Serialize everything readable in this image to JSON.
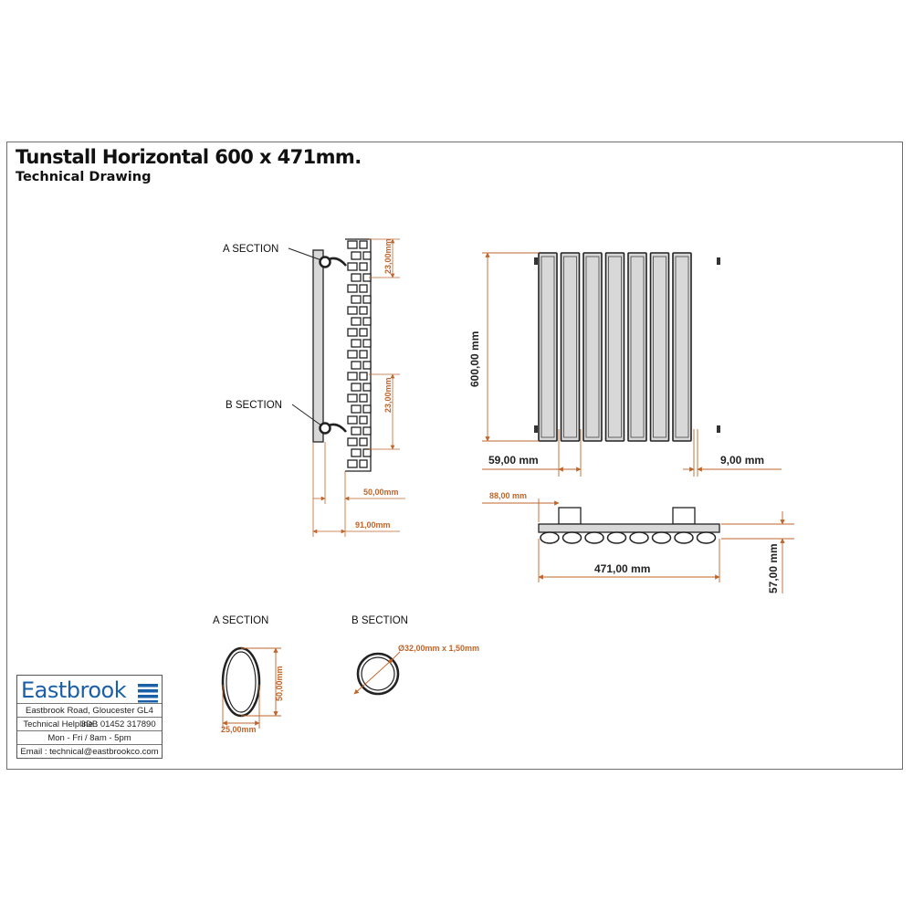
{
  "title": "Tunstall Horizontal 600 x 471mm.",
  "subtitle": "Technical Drawing",
  "side_view": {
    "a_section_label": "A SECTION",
    "b_section_label": "B SECTION",
    "dim_top_bracket": "23,00mm",
    "dim_lower_bracket": "23,00mm",
    "dim_wall_gap": "50,00mm",
    "dim_total_depth": "91,00mm"
  },
  "front_view": {
    "dim_height": "600,00 mm",
    "dim_left_offset": "59,00 mm",
    "dim_right_offset": "9,00 mm"
  },
  "top_view": {
    "dim_bracket_offset": "88,00 mm",
    "dim_width": "471,00 mm",
    "dim_depth": "57,00 mm"
  },
  "sections": {
    "a_title": "A SECTION",
    "b_title": "B SECTION",
    "a_height": "50,00mm",
    "a_width": "25,00mm",
    "b_diameter": "Ø32,00mm x 1,50mm"
  },
  "company": {
    "name": "Eastbrook",
    "address": "Eastbrook Road, Gloucester GL4 3DB",
    "helpline": "Technical Helpline : 01452 317890",
    "hours": "Mon - Fri / 8am - 5pm",
    "email": "Email : technical@eastbrookco.com"
  },
  "colors": {
    "dimension": "#c0652b",
    "outline": "#222222",
    "brand": "#1a5fa8"
  }
}
